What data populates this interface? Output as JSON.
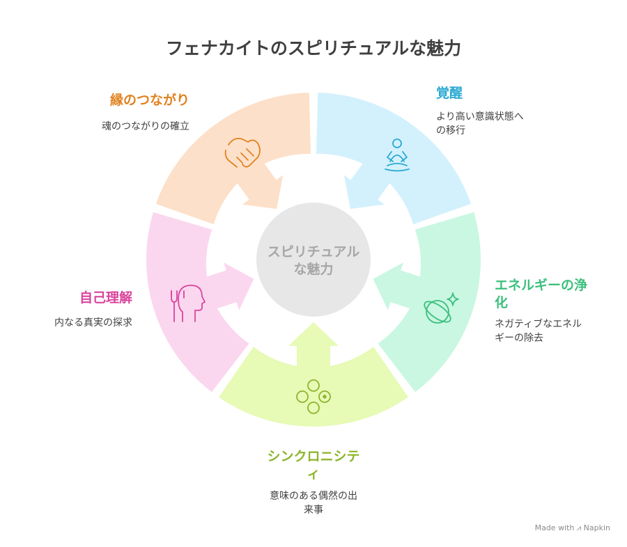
{
  "title": "フェナカイトのスピリチュアルな魅力",
  "center": {
    "line1": "スピリチュアル",
    "line2": "な魅力"
  },
  "segments": [
    {
      "title": "覚醒",
      "desc": [
        "より高い意識状態へ",
        "の移行"
      ],
      "color": "#2aa9d2",
      "fill": "#d3f1fc",
      "icon": "meditation-icon"
    },
    {
      "title": [
        "エネルギーの浄",
        "化"
      ],
      "desc": [
        "ネガティブなエネル",
        "ギーの除去"
      ],
      "color": "#3cbf7d",
      "fill": "#c9f7e2",
      "icon": "sparkle-orbit-icon"
    },
    {
      "title": [
        "シンクロニシテ",
        "ィ"
      ],
      "desc": [
        "意味のある偶然の出",
        "来事"
      ],
      "color": "#8cb52c",
      "fill": "#e7fab6",
      "icon": "circles-connection-icon"
    },
    {
      "title": "自己理解",
      "desc": [
        "内なる真実の探求"
      ],
      "color": "#d9449d",
      "fill": "#fbd7ef",
      "icon": "head-profile-icon"
    },
    {
      "title": "縁のつながり",
      "desc": [
        "魂のつながりの確立"
      ],
      "color": "#e0821f",
      "fill": "#fde0c9",
      "icon": "handshake-icon"
    }
  ],
  "footer": {
    "made_with": "Made with",
    "brand": "Napkin"
  }
}
